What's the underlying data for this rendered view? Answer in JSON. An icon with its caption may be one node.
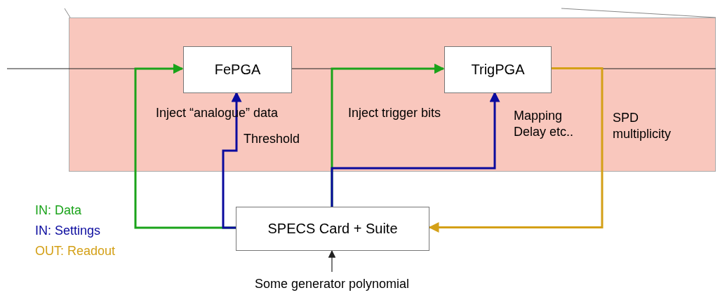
{
  "diagram": {
    "nodes": [
      {
        "text": [],
        "shape": "box"
      },
      {
        "text": [
          "FePGA"
        ],
        "in": 0
      },
      {
        "text": [
          "TrigPGA"
        ],
        "in": 0
      },
      {
        "text": [
          "SPECS Card + Suite"
        ]
      },
      {
        "text": [
          "Some generator polynomial"
        ]
      }
    ],
    "edges": [
      {
        "from": null,
        "to": 1,
        "arrow": "none"
      },
      {
        "from": 1,
        "to": 2,
        "arrow": "none"
      },
      {
        "from": 2,
        "to": null,
        "arrow": "none"
      },
      {
        "from": 3,
        "to": 1,
        "arrow": "to",
        "color": "#1aa31a"
      },
      {
        "from": 3,
        "to": 1,
        "arrow": "to",
        "color": "#0a0a9e"
      },
      {
        "from": 3,
        "to": 2,
        "arrow": "to",
        "color": "#1aa31a"
      },
      {
        "from": 3,
        "to": 2,
        "arrow": "to",
        "color": "#0a0a9e"
      },
      {
        "from": 2,
        "to": 3,
        "arrow": "to",
        "color": "#d4a017"
      },
      {
        "from": 4,
        "to": 3,
        "arrow": "to"
      }
    ],
    "labels": [
      "Inject “analogue” data",
      "Inject trigger bits",
      "Mapping Delay etc..",
      "Threshold",
      "SPD multiplicity"
    ],
    "legend": [
      {
        "text": "IN: Data",
        "color": "#1aa31a"
      },
      {
        "text": "IN: Settings",
        "color": "#0a0a9e"
      },
      {
        "text": "OUT: Readout",
        "color": "#d4a017"
      }
    ]
  }
}
